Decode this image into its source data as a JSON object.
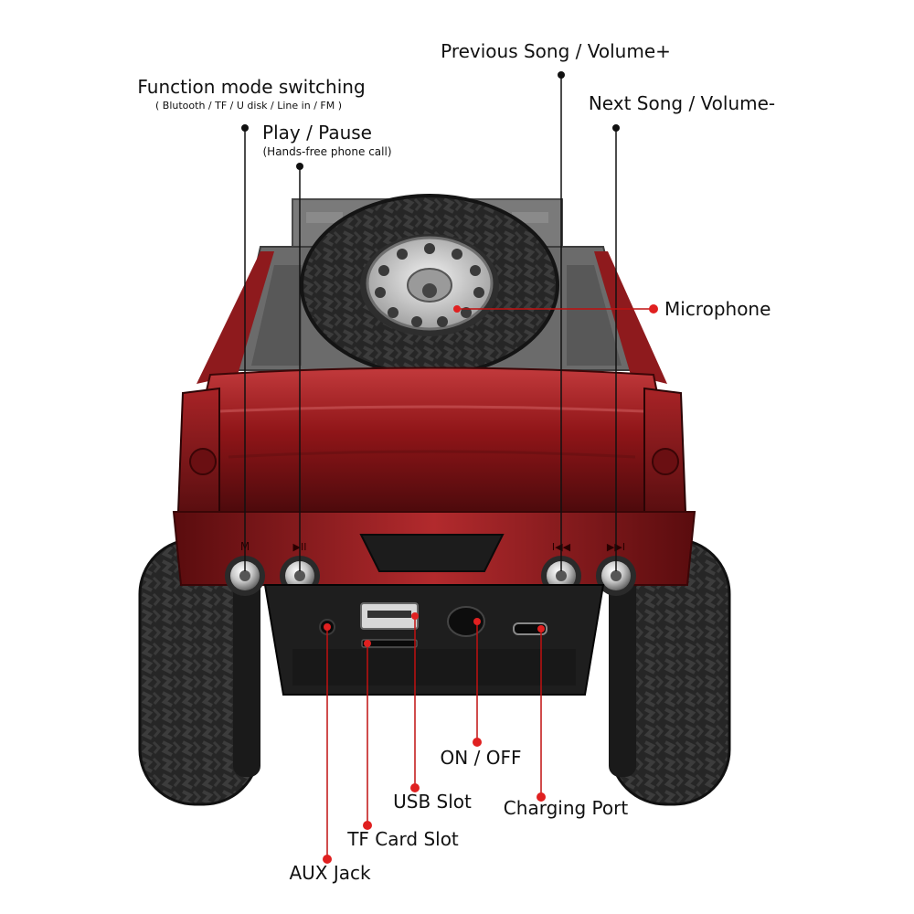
{
  "callouts": {
    "function_mode": {
      "label": "Function mode switching",
      "detail": "( Blutooth / TF / U disk / Line in / FM )"
    },
    "play_pause": {
      "label": "Play / Pause",
      "detail": "(Hands-free phone call)"
    },
    "previous_song": {
      "label": "Previous Song / Volume+"
    },
    "next_song": {
      "label": "Next Song / Volume-"
    },
    "microphone": {
      "label": "Microphone"
    },
    "on_off": {
      "label": "ON / OFF"
    },
    "usb_slot": {
      "label": "USB Slot"
    },
    "charging_port": {
      "label": "Charging Port"
    },
    "tf_card_slot": {
      "label": "TF Card Slot"
    },
    "aux_jack": {
      "label": "AUX Jack"
    }
  },
  "button_glyphs": {
    "mode": "M",
    "play_pause": "▶II",
    "previous": "I◀◀",
    "next": "▶▶I"
  },
  "colors": {
    "truck_red": "#9c1b1f",
    "truck_dark_red": "#5e0d10",
    "panel_black": "#1e1e1e",
    "bed_gray": "#6d6d6d",
    "marker_red": "#e02020"
  }
}
